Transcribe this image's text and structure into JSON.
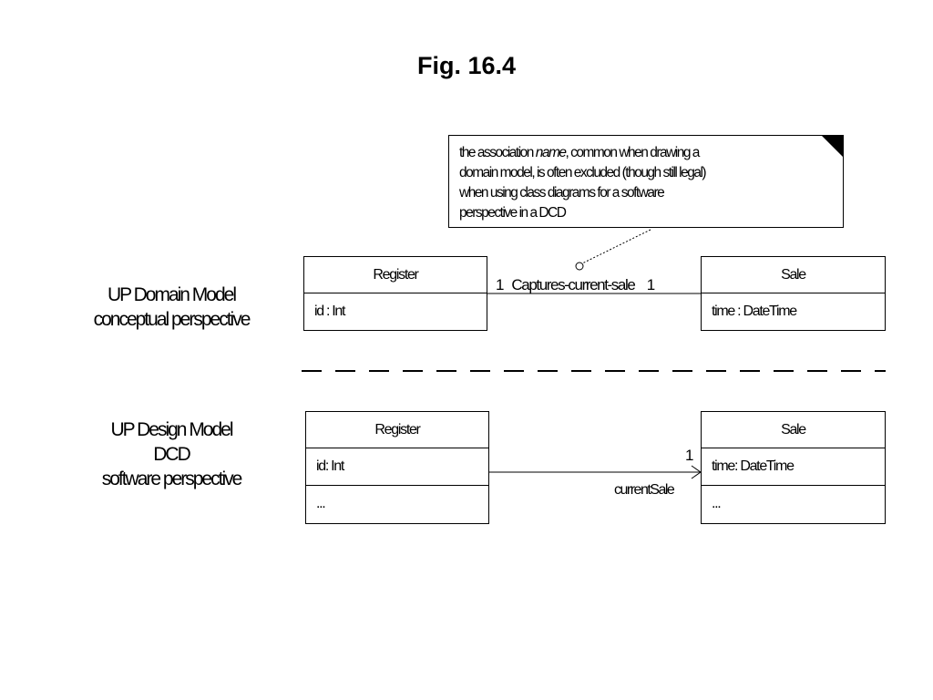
{
  "title": "Fig. 16.4",
  "note": {
    "lines": [
      {
        "before": "the association ",
        "emphasis": "name",
        "after": ", common when drawing a"
      },
      {
        "text": "domain model, is often excluded (though still legal)"
      },
      {
        "text": "when using class diagrams for a software"
      },
      {
        "text": "perspective in a DCD"
      }
    ]
  },
  "domain_model": {
    "label_lines": [
      "UP Domain Model",
      "conceptual perspective"
    ],
    "register": {
      "name": "Register",
      "attributes": [
        "id : Int"
      ]
    },
    "sale": {
      "name": "Sale",
      "attributes": [
        "time : DateTime"
      ]
    },
    "association": {
      "left_multiplicity": "1",
      "name": "Captures-current-sale",
      "right_multiplicity": "1"
    }
  },
  "design_model": {
    "label_lines": [
      "UP Design Model",
      "DCD",
      "software perspective"
    ],
    "register": {
      "name": "Register",
      "attributes": [
        "id: Int"
      ],
      "operations": [
        "..."
      ]
    },
    "sale": {
      "name": "Sale",
      "attributes": [
        "time: DateTime"
      ],
      "operations": [
        "..."
      ]
    },
    "association": {
      "multiplicity": "1",
      "role": "currentSale"
    }
  }
}
